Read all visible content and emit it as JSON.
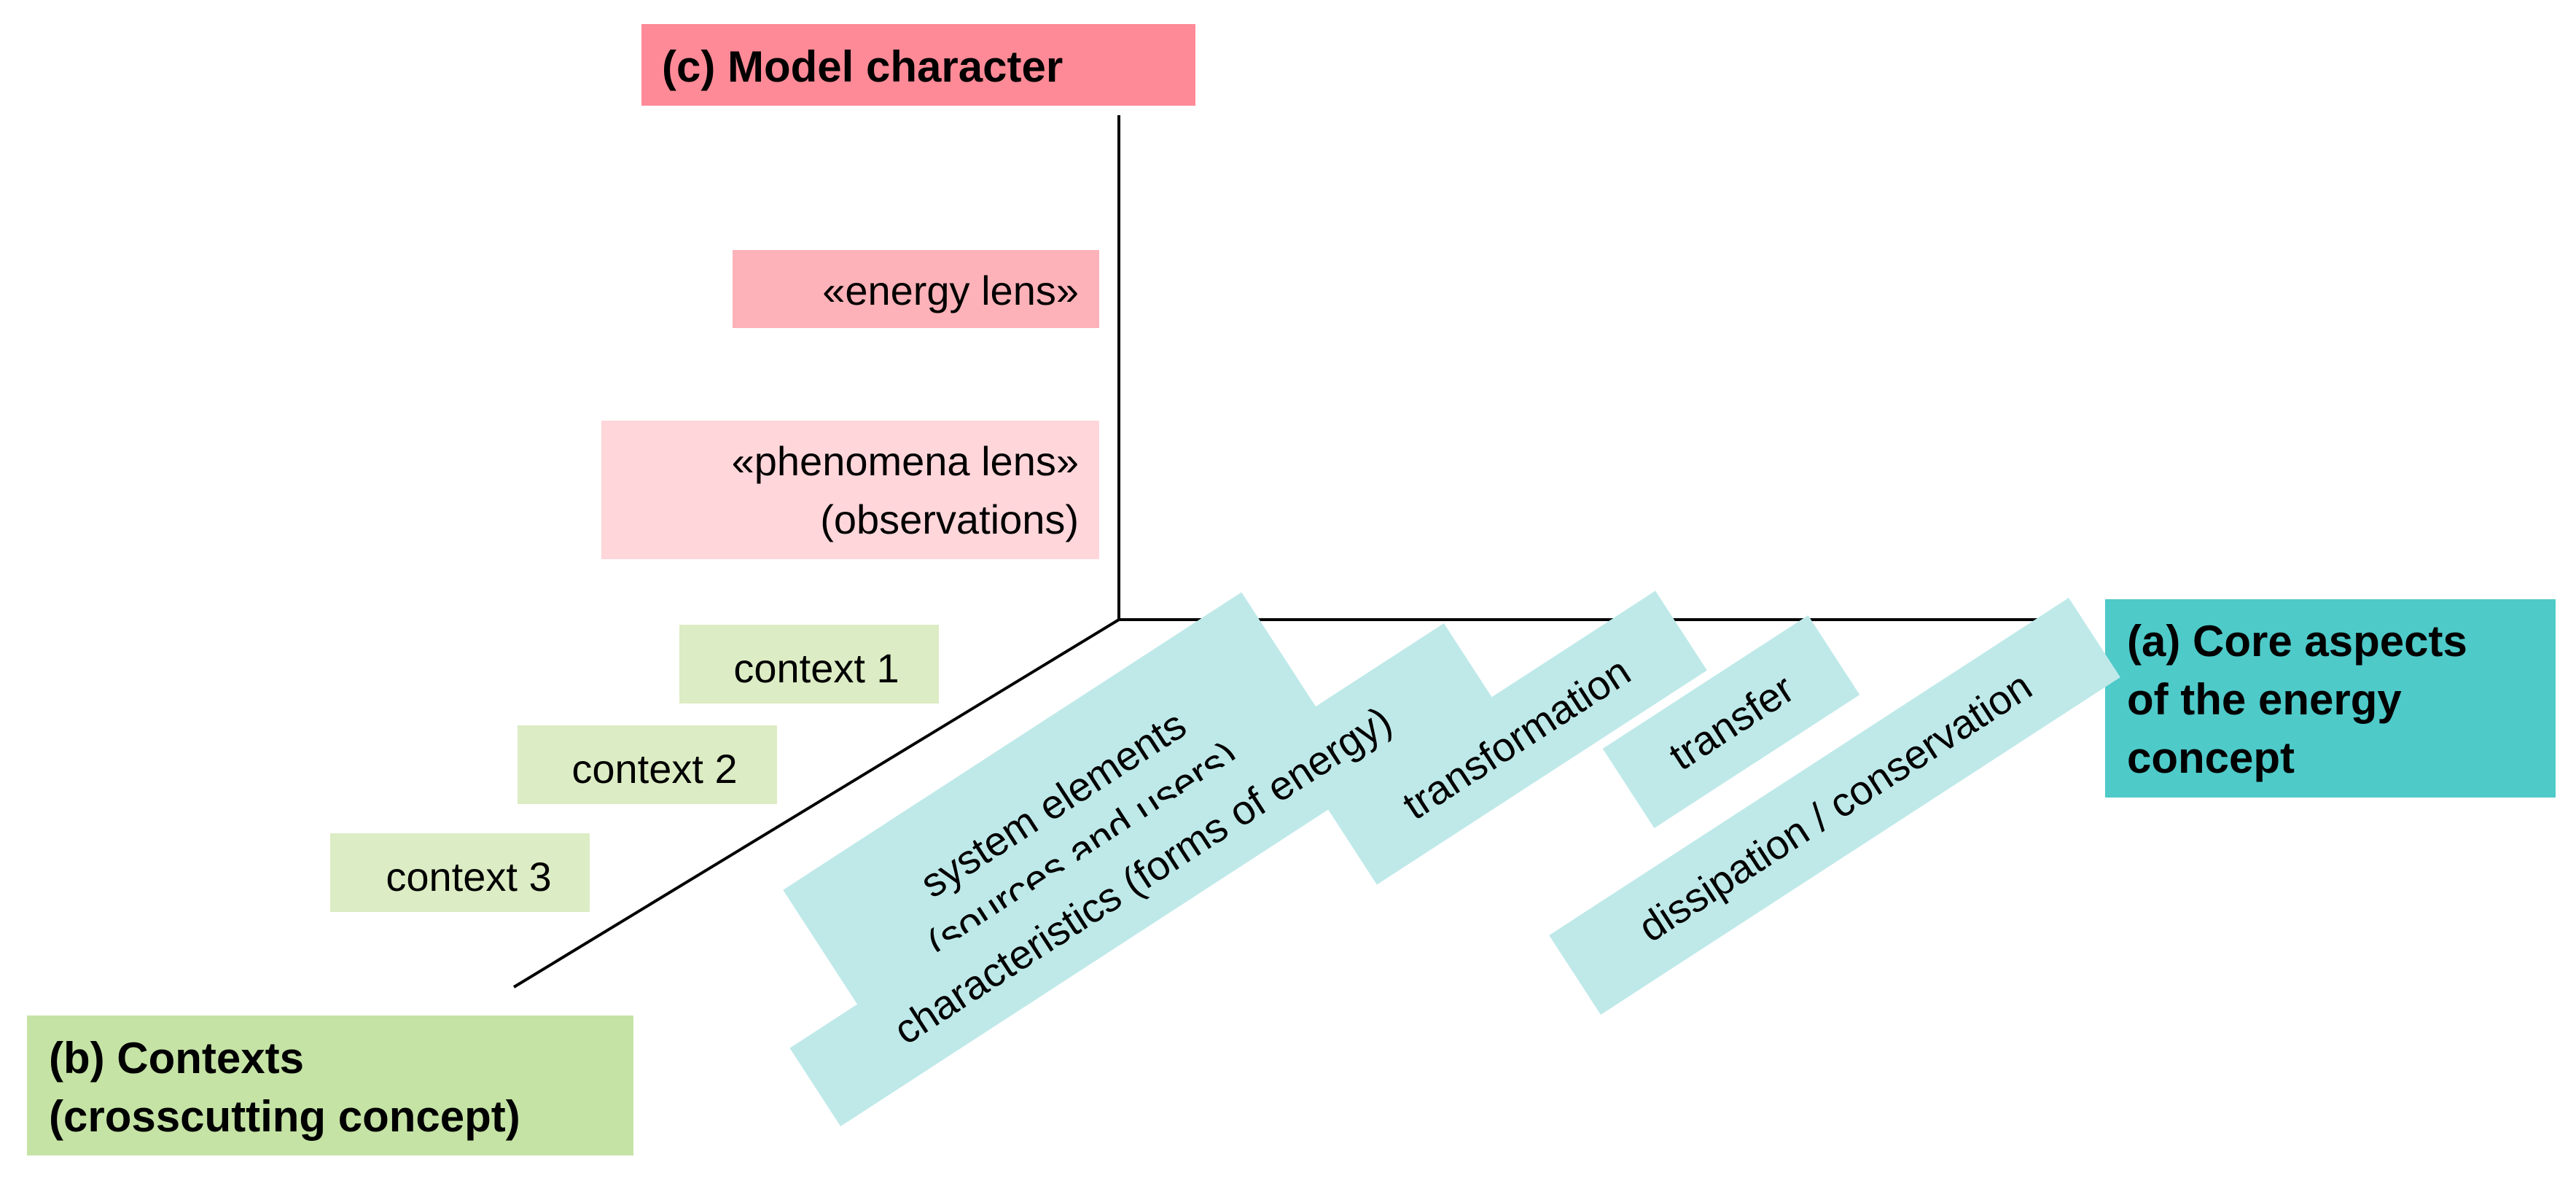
{
  "colors": {
    "model_header": "#fe8a97",
    "model_energy": "#fcb2b8",
    "model_phenomena": "#ffd6da",
    "contexts_header": "#c5e3a5",
    "contexts_item": "#dcecc4",
    "core_header": "#4ecac9",
    "core_item": "#bfe9e9",
    "axis": "#000000"
  },
  "model_character": {
    "header": "(c) Model character",
    "energy_lens": "«energy lens»",
    "phenomena_lens_line1": "«phenomena lens»",
    "phenomena_lens_line2": "(observations)"
  },
  "contexts": {
    "header_line1": "(b) Contexts",
    "header_line2": "(crosscutting concept)",
    "items": [
      "context 1",
      "context 2",
      "context 3"
    ]
  },
  "core_aspects": {
    "header_line1": "(a) Core aspects",
    "header_line2": "of the energy",
    "header_line3": "concept",
    "system_elements_line1": "system elements",
    "system_elements_line2": "(sources and users)",
    "characteristics": "characteristics (forms of energy)",
    "transformation": "transformation",
    "transfer": "transfer",
    "dissipation": "dissipation / conservation"
  }
}
